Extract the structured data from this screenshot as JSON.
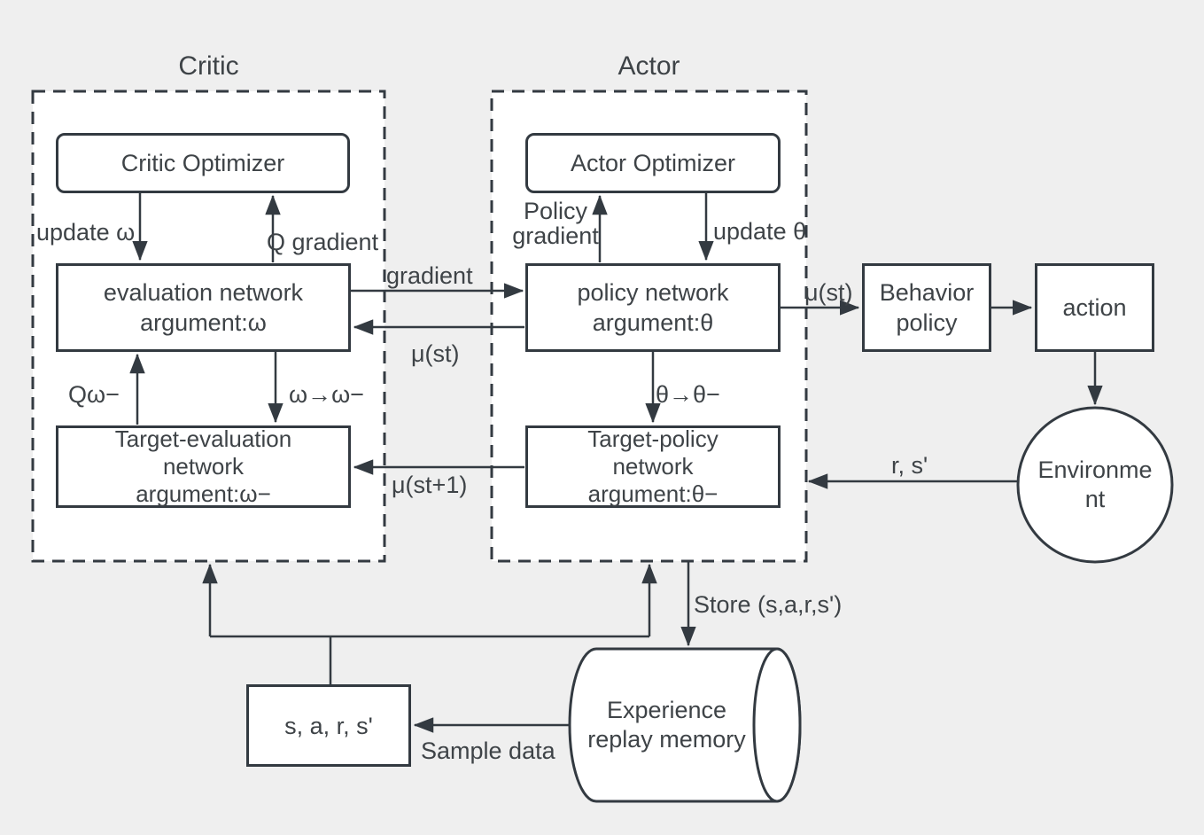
{
  "canvas": {
    "background_color": "#efefef",
    "ink_color": "#333a41",
    "text_color": "#3e4347",
    "panel_fill": "#ffffff"
  },
  "groups": {
    "critic": {
      "title": "Critic"
    },
    "actor": {
      "title": "Actor"
    }
  },
  "nodes": {
    "critic_optimizer": {
      "label": "Critic Optimizer"
    },
    "actor_optimizer": {
      "label": "Actor Optimizer"
    },
    "evaluation_network": {
      "label": "evaluation network\nargument:ω"
    },
    "policy_network": {
      "label": "policy network\nargument:θ"
    },
    "target_evaluation_network": {
      "label": "Target-evaluation\nnetwork\nargument:ω−"
    },
    "target_policy_network": {
      "label": "Target-policy\nnetwork\nargument:θ−"
    },
    "behavior_policy": {
      "label": "Behavior\npolicy"
    },
    "action": {
      "label": "action"
    },
    "environment": {
      "label": "Environme\nnt"
    },
    "experience_replay_memory": {
      "label": "Experience\nreplay memory"
    },
    "sars": {
      "label": "s, a, r, s'"
    }
  },
  "edge_labels": {
    "update_omega": "update ω",
    "q_gradient": "Q gradient",
    "gradient": "gradient",
    "mu_st_mid": "μ(st)",
    "policy_gradient": "Policy\ngradient",
    "update_theta": "update θ",
    "q_omega_minus": "Qω−",
    "omega_to_omega_minus": "ω→ω−",
    "theta_to_theta_minus": "θ→θ−",
    "mu_st_plus_1": "μ(st+1)",
    "mu_st_right": "μ(st)",
    "r_s_prime": "r, s'",
    "store": "Store (s,a,r,s')",
    "sample_data": "Sample data"
  }
}
